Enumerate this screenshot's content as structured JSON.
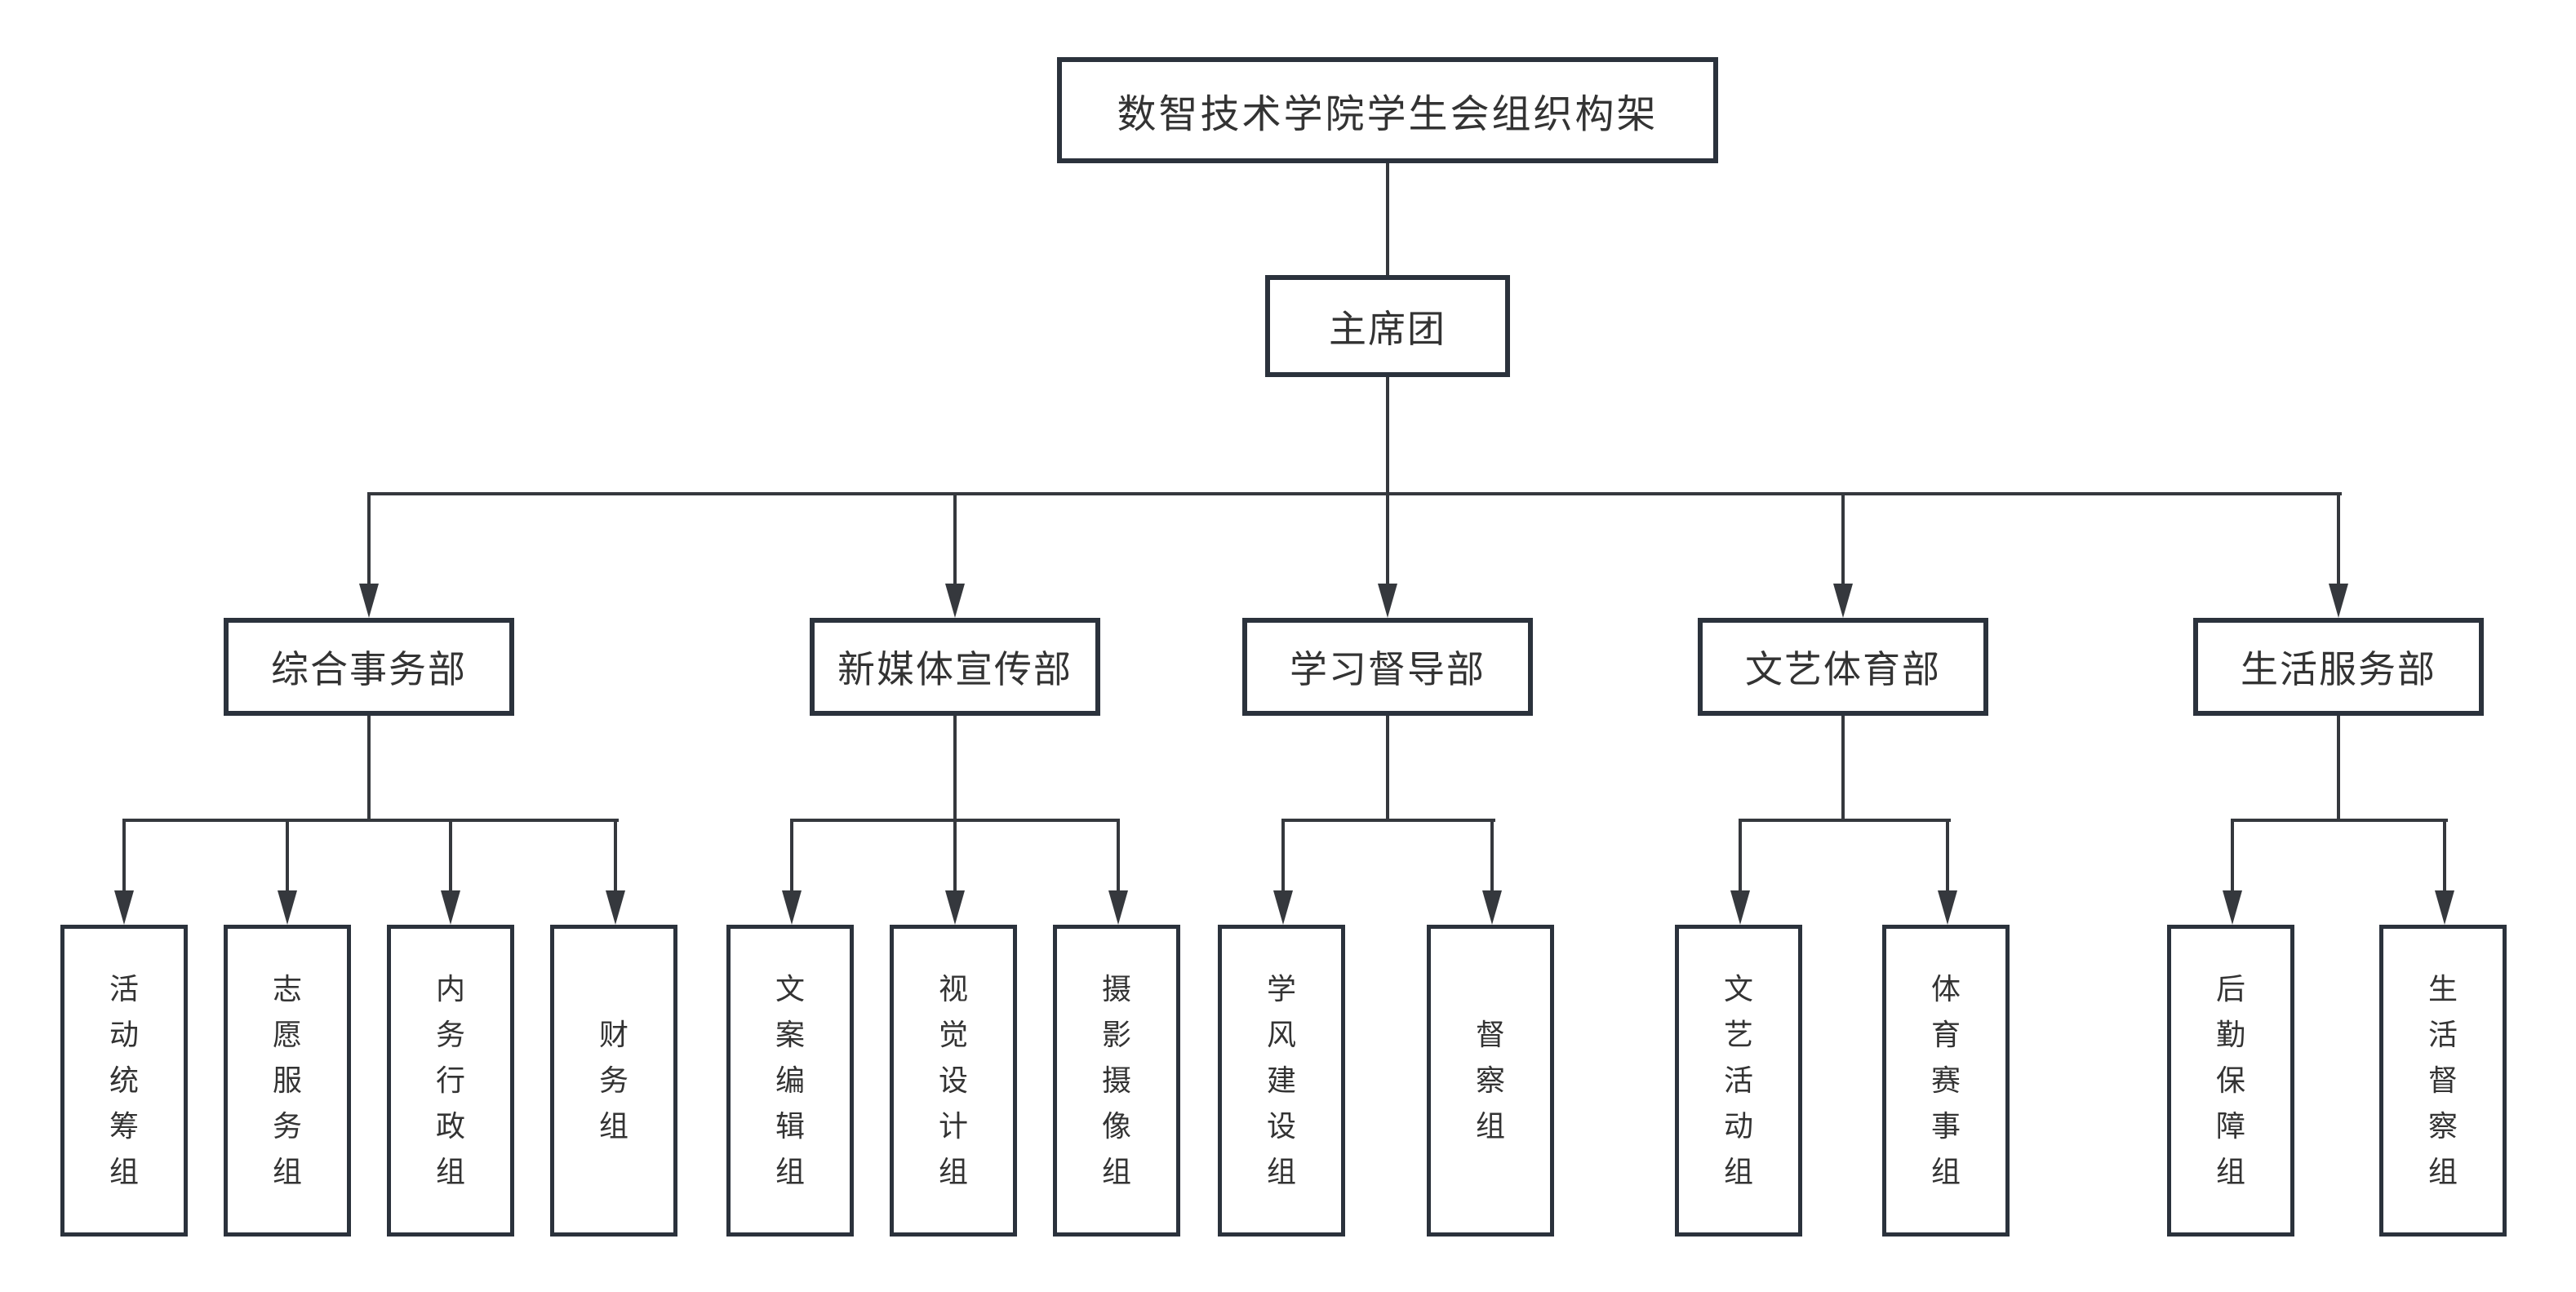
{
  "colors": {
    "node_border": "#2b323c",
    "connector": "#35383d",
    "text": "#333333",
    "background": "#ffffff"
  },
  "chart": {
    "title": "数智技术学院学生会组织构架",
    "root": "主席团",
    "departments": [
      {
        "label": "综合事务部",
        "groups": [
          "活动统筹组",
          "志愿服务组",
          "内务行政组",
          "财务组"
        ]
      },
      {
        "label": "新媒体宣传部",
        "groups": [
          "文案编辑组",
          "视觉设计组",
          "摄影摄像组"
        ]
      },
      {
        "label": "学习督导部",
        "groups": [
          "学风建设组",
          "督察组"
        ]
      },
      {
        "label": "文艺体育部",
        "groups": [
          "文艺活动组",
          "体育赛事组"
        ]
      },
      {
        "label": "生活服务部",
        "groups": [
          "后勤保障组",
          "生活督察组"
        ]
      }
    ]
  }
}
